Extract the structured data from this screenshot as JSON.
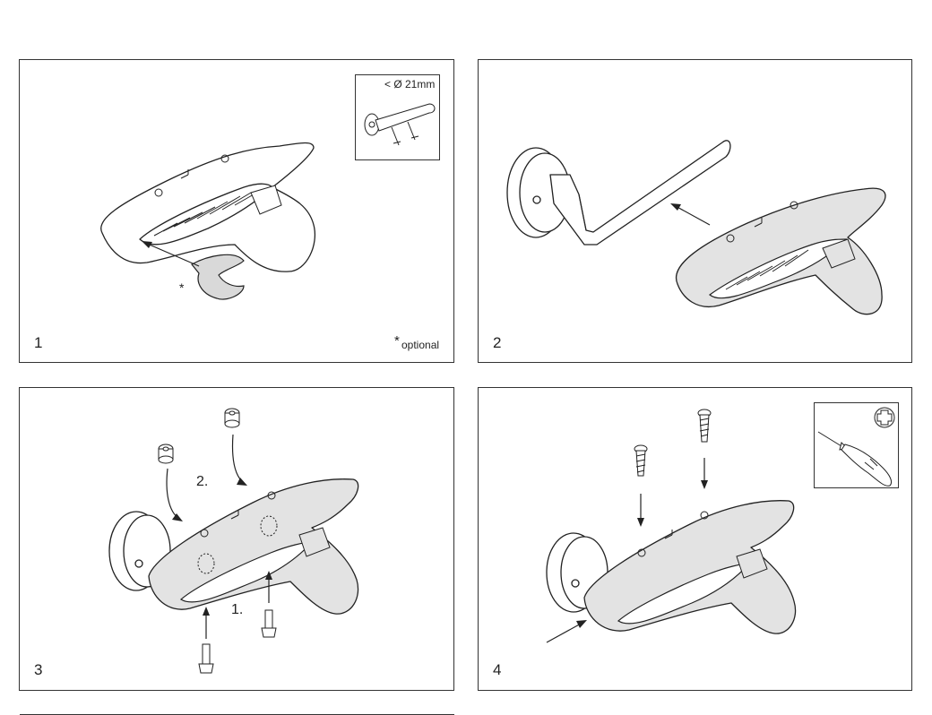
{
  "panels": [
    {
      "step": "1",
      "note_star": "*",
      "note": "optional",
      "part_star": "*"
    },
    {
      "step": "2"
    },
    {
      "step": "3",
      "sub1": "1.",
      "sub2": "2."
    },
    {
      "step": "4"
    }
  ],
  "inset1": {
    "dimension_label": "< Ø 21mm"
  },
  "colors": {
    "line": "#222222",
    "fill": "#e6e6e6",
    "paper": "#ffffff"
  },
  "icons": {
    "panel1": [
      "lever-handle-icon",
      "clip-insert-icon"
    ],
    "panel4": [
      "screwdriver-icon",
      "phillips-head-icon"
    ]
  }
}
